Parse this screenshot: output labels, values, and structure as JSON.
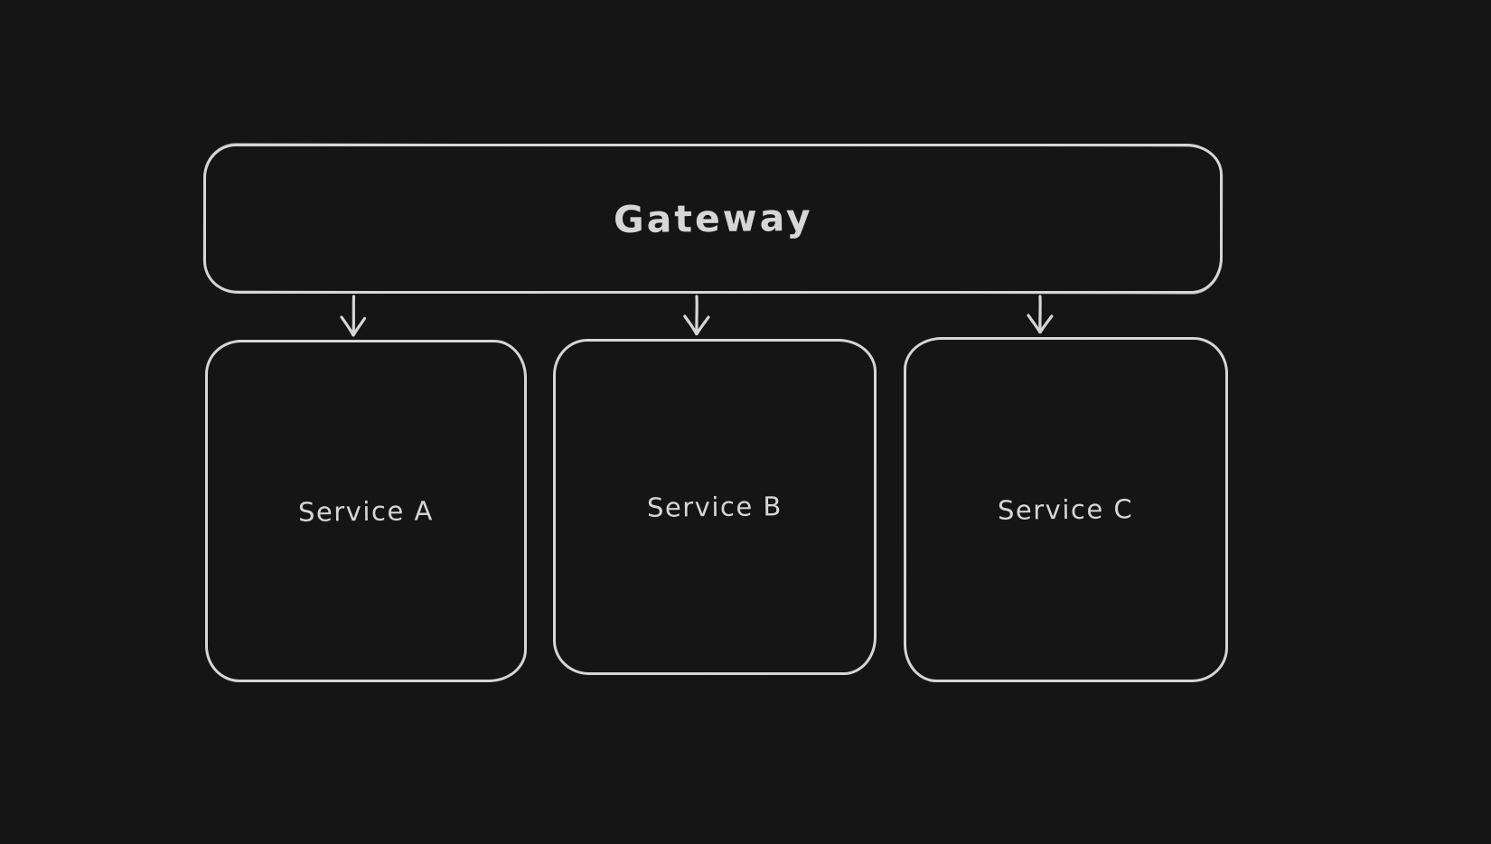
{
  "diagram": {
    "type": "flowchart",
    "tool_style": "excalidraw-hand-drawn-dark",
    "nodes": {
      "gateway": {
        "label": "Gateway"
      },
      "service_a": {
        "label": "Service A"
      },
      "service_b": {
        "label": "Service B"
      },
      "service_c": {
        "label": "Service C"
      }
    },
    "edges": [
      {
        "from": "gateway",
        "to": "service_a",
        "style": "arrow-down"
      },
      {
        "from": "gateway",
        "to": "service_b",
        "style": "arrow-down"
      },
      {
        "from": "gateway",
        "to": "service_c",
        "style": "arrow-down"
      }
    ],
    "colors": {
      "background": "#151515",
      "stroke": "#d6d6d6",
      "text": "#d6d6d6"
    }
  }
}
